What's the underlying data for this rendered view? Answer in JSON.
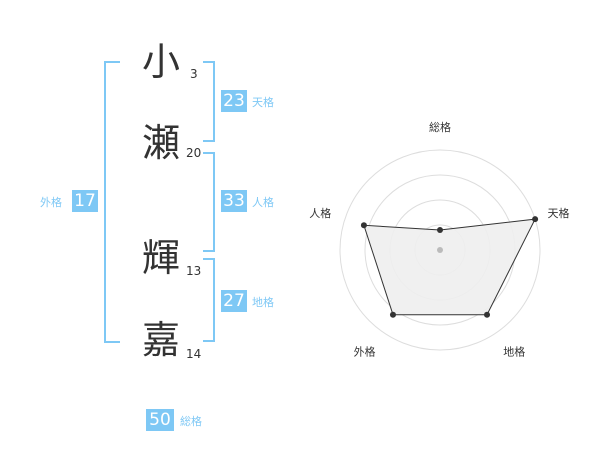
{
  "name": [
    {
      "char": "小",
      "strokes": "3"
    },
    {
      "char": "瀬",
      "strokes": "20"
    },
    {
      "char": "輝",
      "strokes": "13"
    },
    {
      "char": "嘉",
      "strokes": "14"
    }
  ],
  "fortunes": {
    "tenkaku": {
      "value": "23",
      "label": "天格"
    },
    "jinkaku": {
      "value": "33",
      "label": "人格"
    },
    "chikaku": {
      "value": "27",
      "label": "地格"
    },
    "gaikaku": {
      "value": "17",
      "label": "外格"
    },
    "soukaku": {
      "value": "50",
      "label": "総格"
    }
  },
  "colors": {
    "accent": "#7ec8f5",
    "text": "#333333",
    "ring": "#dddddd",
    "fill": "#eeeeee"
  },
  "chart_data": {
    "type": "radar",
    "axes": [
      "総格",
      "天格",
      "地格",
      "外格",
      "人格"
    ],
    "values": [
      1,
      5,
      4,
      4,
      4
    ],
    "max": 5,
    "rings": 4
  }
}
